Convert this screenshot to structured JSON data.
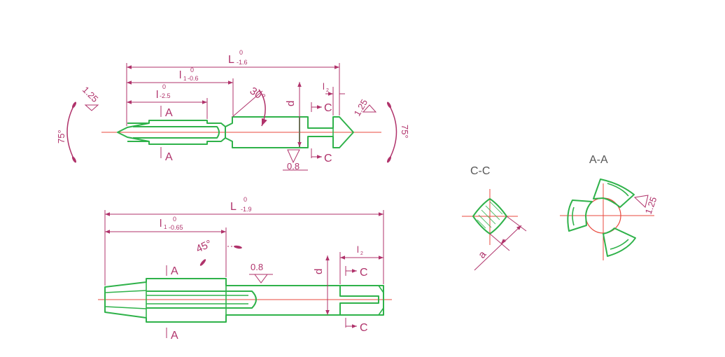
{
  "top_view": {
    "L": "L",
    "L_tol_upper": "0",
    "L_tol_lower": "-1.6",
    "l1": "l",
    "l1_sub": "1",
    "l1_tol_upper": "0",
    "l1_tol_lower": "-0.6",
    "l": "l",
    "l_tol_upper": "0",
    "l_tol_lower": "-2.5",
    "l2": "l",
    "l2_sub": "2",
    "d": "d",
    "angle_30": "30°",
    "angle_75_left": "75°",
    "angle_75_right": "75°",
    "rough_left": "1.25",
    "rough_right": "1.25",
    "rough_bottom": "0.8",
    "section_A_top": "A",
    "section_A_bottom": "A",
    "section_C_top": "C",
    "section_C_bottom": "C"
  },
  "bottom_view": {
    "L": "L",
    "L_tol_upper": "0",
    "L_tol_lower": "-1.9",
    "l1": "l",
    "l1_sub": "1",
    "l1_tol_upper": "0",
    "l1_tol_lower": "-0.65",
    "l2": "l",
    "l2_sub": "2",
    "d": "d",
    "angle_45": "45°",
    "rough": "0.8",
    "section_A_top": "A",
    "section_A_bottom": "A",
    "section_C_top": "C",
    "section_C_bottom": "C"
  },
  "section_cc": {
    "title": "C-C",
    "a": "a"
  },
  "section_aa": {
    "title": "A-A",
    "rough": "1.25"
  }
}
